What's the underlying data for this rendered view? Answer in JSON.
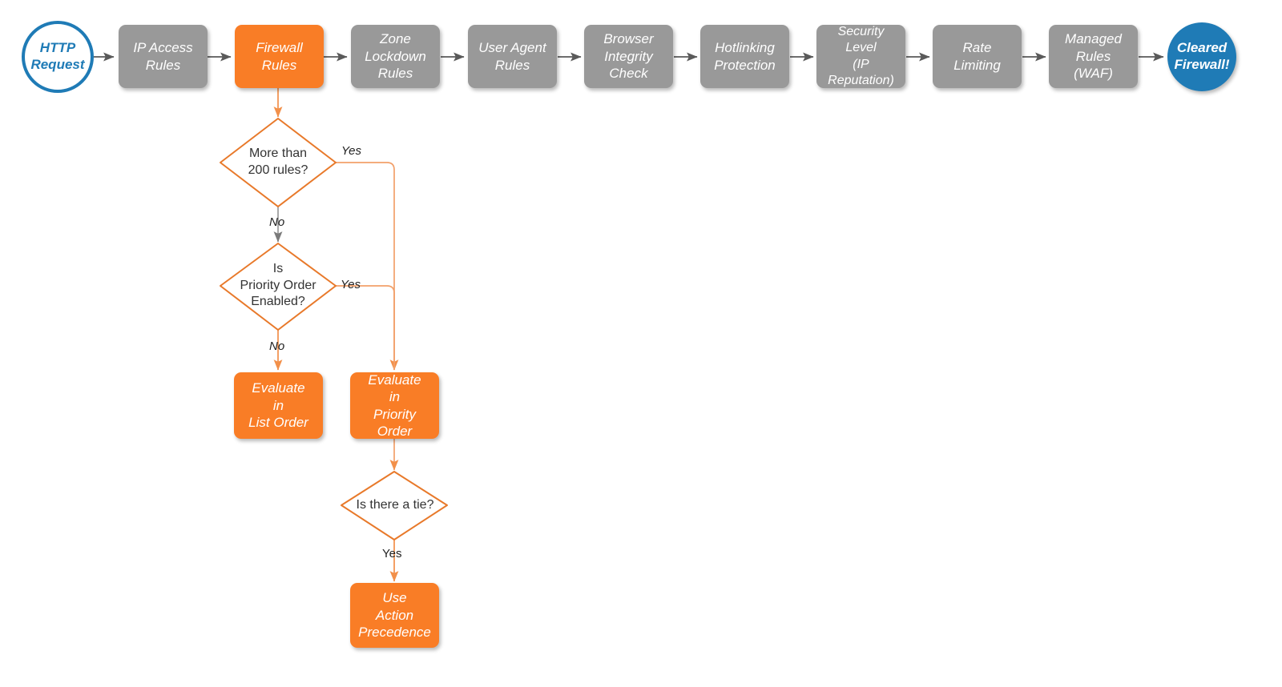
{
  "diagram": {
    "title": "Cloudflare Firewall Rules Evaluation Order",
    "colors": {
      "gray": "#999999",
      "orange": "#f97d26",
      "blue": "#1f7bb6",
      "arrow_gray": "#5a5a5a",
      "arrow_orange": "#f2904a",
      "text_dark": "#333333",
      "background": "#ffffff"
    },
    "pipeline": [
      {
        "id": "http-request",
        "label": "HTTP\nRequest",
        "shape": "circle-outline"
      },
      {
        "id": "ip-access-rules",
        "label": "IP Access\nRules",
        "shape": "box-gray"
      },
      {
        "id": "firewall-rules",
        "label": "Firewall\nRules",
        "shape": "box-orange"
      },
      {
        "id": "zone-lockdown",
        "label": "Zone\nLockdown\nRules",
        "shape": "box-gray"
      },
      {
        "id": "user-agent-rules",
        "label": "User Agent\nRules",
        "shape": "box-gray"
      },
      {
        "id": "browser-integrity",
        "label": "Browser\nIntegrity\nCheck",
        "shape": "box-gray"
      },
      {
        "id": "hotlinking",
        "label": "Hotlinking\nProtection",
        "shape": "box-gray"
      },
      {
        "id": "security-level",
        "label": "Security\nLevel\n(IP Reputation)",
        "shape": "box-gray"
      },
      {
        "id": "rate-limiting",
        "label": "Rate\nLimiting",
        "shape": "box-gray"
      },
      {
        "id": "managed-rules",
        "label": "Managed\nRules\n(WAF)",
        "shape": "box-gray"
      },
      {
        "id": "cleared-firewall",
        "label": "Cleared\nFirewall!",
        "shape": "circle-filled"
      }
    ],
    "decisions": [
      {
        "id": "more-than-200-rules",
        "label": "More than\n200 rules?"
      },
      {
        "id": "priority-order-enabled",
        "label": "Is\nPriority Order\nEnabled?"
      },
      {
        "id": "is-there-a-tie",
        "label": "Is there a tie?"
      }
    ],
    "outcomes": [
      {
        "id": "evaluate-list-order",
        "label": "Evaluate\nin\nList Order"
      },
      {
        "id": "evaluate-priority-order",
        "label": "Evaluate\nin\nPriority Order"
      },
      {
        "id": "use-action-precedence",
        "label": "Use\nAction\nPrecedence"
      }
    ],
    "edge_labels": {
      "yes_200": "Yes",
      "no_200": "No",
      "yes_priority": "Yes",
      "no_priority": "No",
      "yes_tie": "Yes"
    }
  }
}
